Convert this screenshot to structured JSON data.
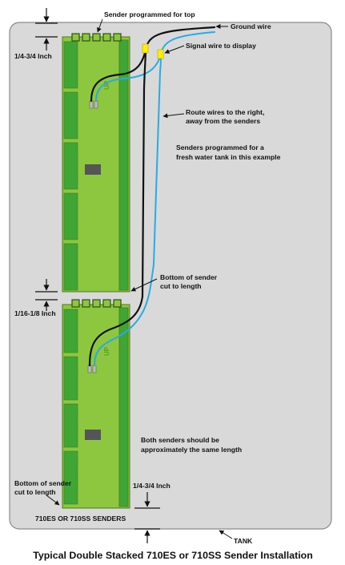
{
  "caption": "Typical Double Stacked 710ES or 710SS Sender Installation",
  "tank_label": "TANK",
  "senders_label": "710ES OR 710SS SENDERS",
  "colors": {
    "tank_fill": "#d9d9d9",
    "tank_stroke": "#8a8a8a",
    "sender_fill": "#8dc63f",
    "sender_stroke": "#4a7a1e",
    "sender_rail": "#3fa535",
    "ground_wire": "#111111",
    "signal_wire": "#29abe2",
    "splice": "#ffee00",
    "chip": "#555555"
  },
  "annotations": {
    "sender_top": "Sender programmed for top",
    "ground_wire": "Ground wire",
    "signal_wire": "Signal wire to display",
    "route_wires_1": "Route wires to the right,",
    "route_wires_2": "away from the senders",
    "fresh_water_1": "Senders programmed for a",
    "fresh_water_2": "fresh water tank in this example",
    "bottom_cut_1": "Bottom of sender",
    "bottom_cut_2": "cut to length",
    "same_length_1": "Both senders should be",
    "same_length_2": "approximately the same length",
    "lower_bottom_cut_1": "Bottom of sender",
    "lower_bottom_cut_2": "cut to length"
  },
  "dimensions": {
    "top_gap": "1/4-3/4 Inch",
    "middle_gap": "1/16-1/8 Inch",
    "bottom_gap": "1/4-3/4 Inch"
  },
  "sender_mark": "UP"
}
